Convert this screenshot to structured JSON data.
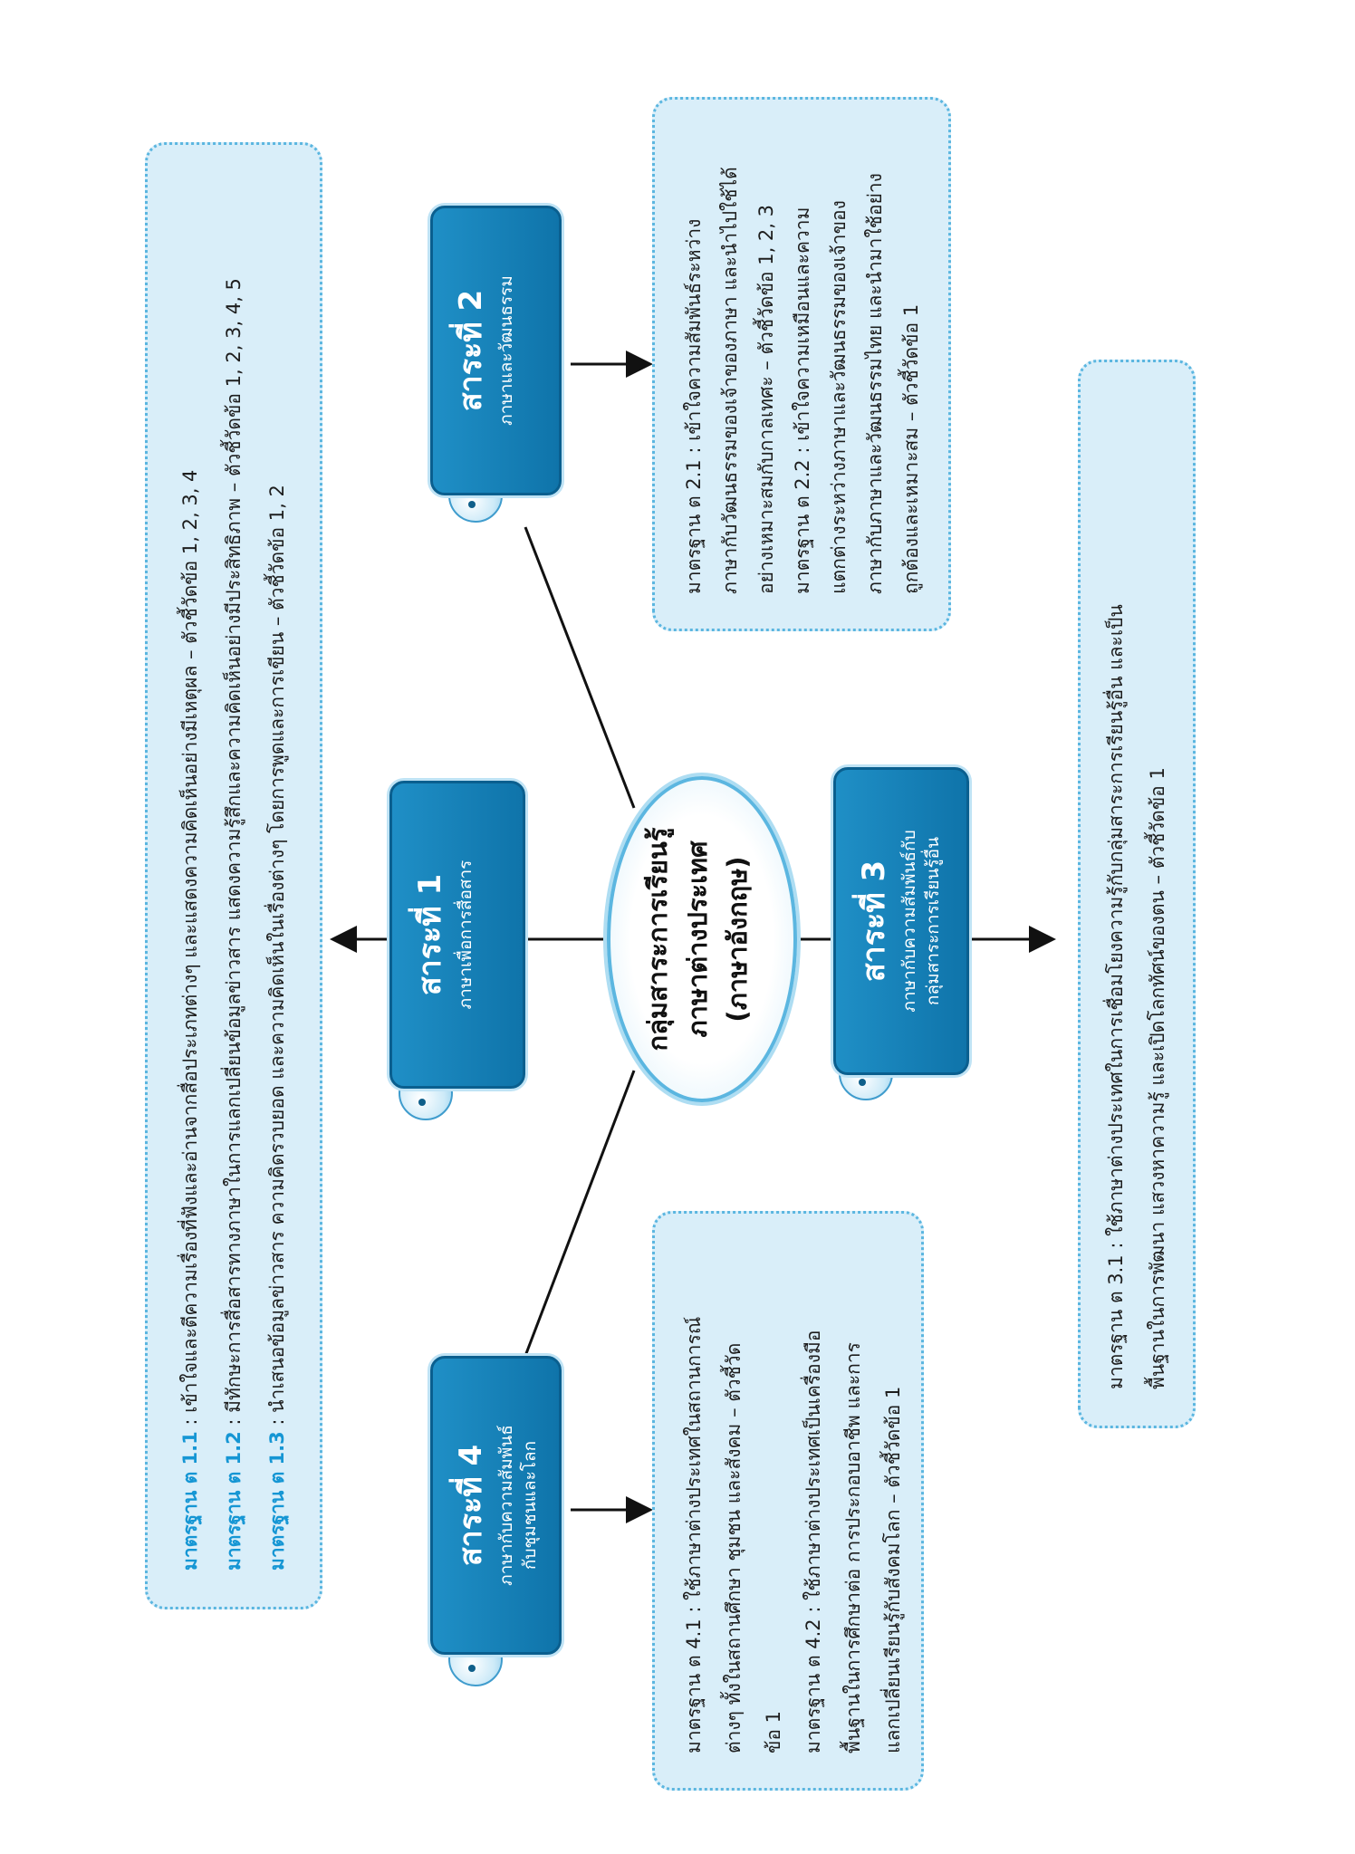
{
  "center": {
    "title": "กลุ่มสาระการเรียนรู้",
    "subtitle": "ภาษาต่างประเทศ",
    "subtitle2": "(ภาษาอังกฤษ)"
  },
  "strands": [
    {
      "title": "สาระที่ 1",
      "subtitle": "ภาษาเพื่อการสื่อสาร"
    },
    {
      "title": "สาระที่ 2",
      "subtitle": "ภาษาและวัฒนธรรม"
    },
    {
      "title": "สาระที่ 3",
      "subtitle": "ภาษากับความสัมพันธ์กับ",
      "subtitle2": "กลุ่มสาระการเรียนรู้อื่น"
    },
    {
      "title": "สาระที่ 4",
      "subtitle": "ภาษากับความสัมพันธ์",
      "subtitle2": "กับชุมชนและโลก"
    }
  ],
  "box1": [
    {
      "std": "มาตรฐาน ต 1.1",
      "text": " : เข้าใจและตีความเรื่องที่ฟังและอ่านจากสื่อประเภทต่างๆ และแสดงความคิดเห็นอย่างมีเหตุผล – ตัวชี้วัดข้อ 1, 2, 3, 4"
    },
    {
      "std": "มาตรฐาน ต 1.2",
      "text": " : มีทักษะการสื่อสารทางภาษาในการแลกเปลี่ยนข้อมูลข่าวสาร แสดงความรู้สึกและความคิดเห็นอย่างมีประสิทธิภาพ – ตัวชี้วัดข้อ 1, 2, 3, 4, 5"
    },
    {
      "std": "มาตรฐาน ต 1.3",
      "text": " : นำเสนอข้อมูลข่าวสาร ความคิดรวบยอด และความคิดเห็นในเรื่องต่างๆ โดยการพูดและการเขียน – ตัวชี้วัดข้อ 1, 2"
    }
  ],
  "box2": [
    "มาตรฐาน ต 2.1 : เข้าใจความสัมพันธ์ระหว่าง",
    "ภาษากับวัฒนธรรมของเจ้าของภาษา และนำไปใช้ได้",
    "อย่างเหมาะสมกับกาลเทศะ – ตัวชี้วัดข้อ 1, 2, 3",
    "มาตรฐาน ต 2.2 : เข้าใจความเหมือนและความ",
    "แตกต่างระหว่างภาษาและวัฒนธรรมของเจ้าของ",
    "ภาษากับภาษาและวัฒนธรรมไทย และนำมาใช้อย่าง",
    "ถูกต้องและเหมาะสม – ตัวชี้วัดข้อ 1"
  ],
  "box3": [
    "มาตรฐาน ต 3.1 : ใช้ภาษาต่างประเทศในการเชื่อมโยงความรู้กับกลุ่มสาระการเรียนรู้อื่น และเป็น",
    "พื้นฐานในการพัฒนา แสวงหาความรู้ และเปิดโลกทัศน์ของตน – ตัวชี้วัดข้อ 1"
  ],
  "box4": [
    "มาตรฐาน ต 4.1 : ใช้ภาษาต่างประเทศในสถานการณ์",
    "ต่างๆ ทั้งในสถานศึกษา ชุมชน และสังคม – ตัวชี้วัด",
    "ข้อ 1",
    "มาตรฐาน ต 4.2 : ใช้ภาษาต่างประเทศเป็นเครื่องมือ",
    "พื้นฐานในการศึกษาต่อ การประกอบอาชีพ และการ",
    "แลกเปลี่ยนเรียนรู้กับสังคมโลก – ตัวชี้วัดข้อ 1"
  ],
  "colors": {
    "accent": "#1596d4",
    "card": "#1680b8",
    "box_bg": "#d9eef9",
    "line": "#111111"
  }
}
